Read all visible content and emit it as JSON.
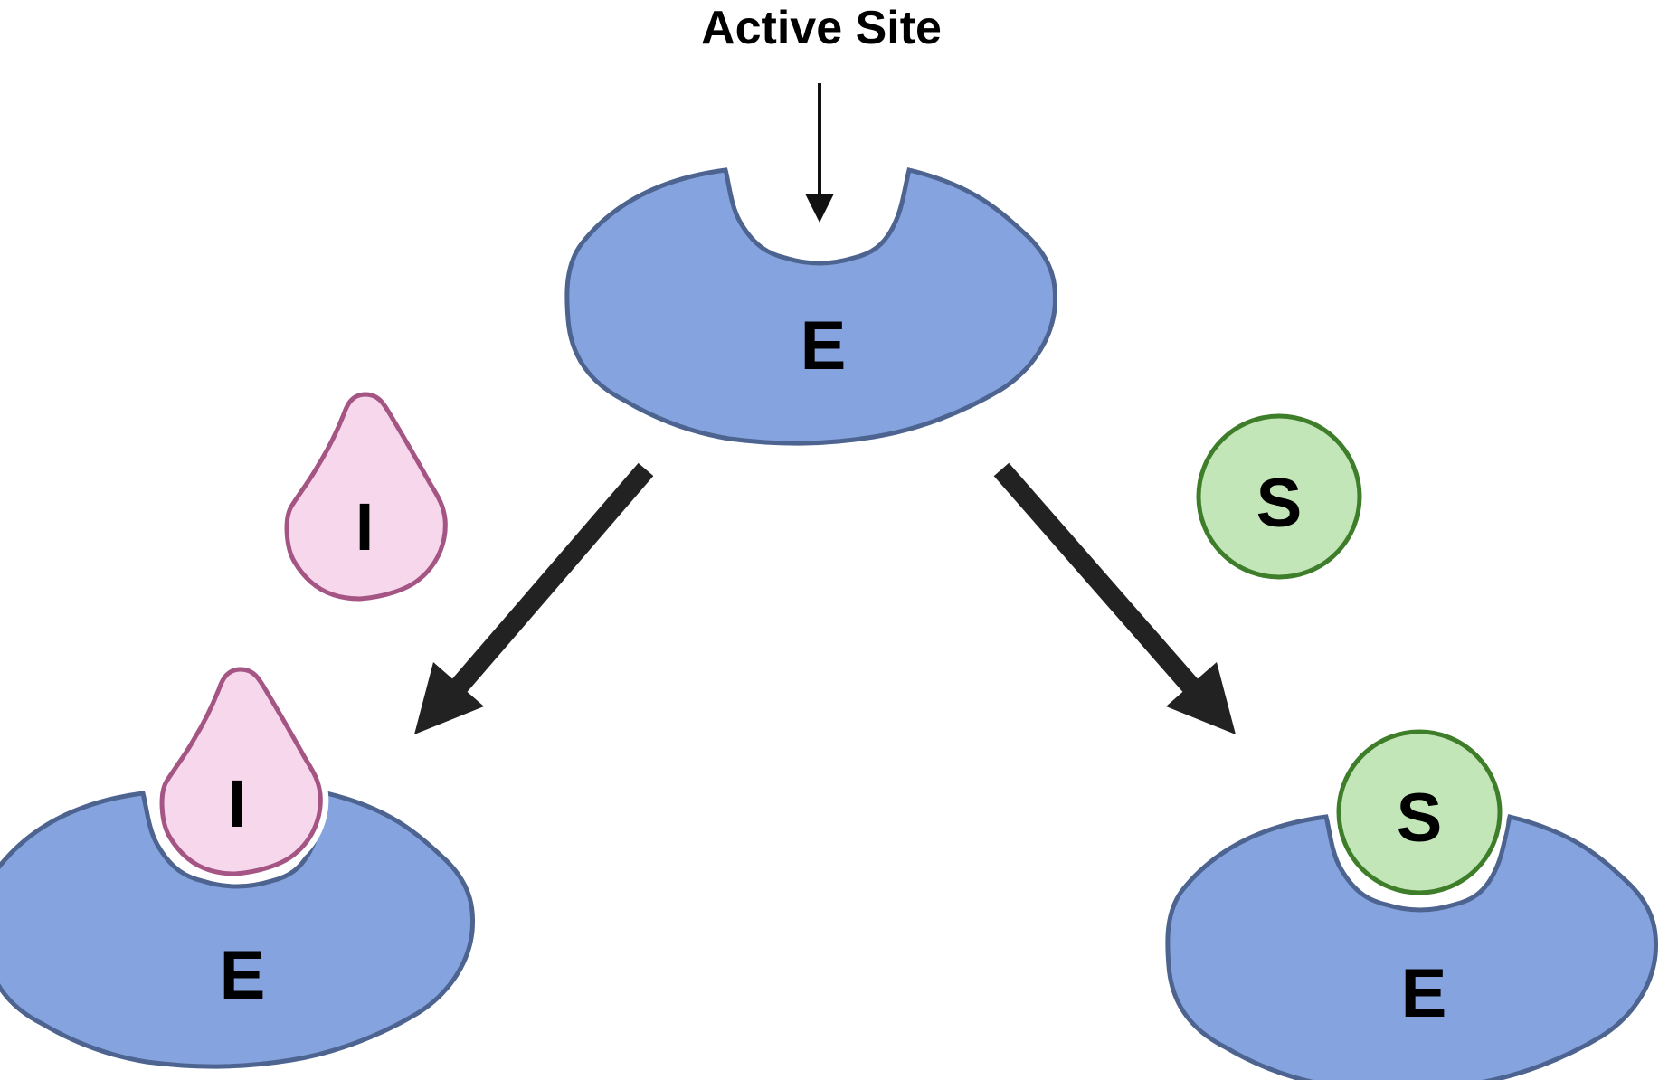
{
  "title": "Active Site",
  "labels": {
    "enzyme": "E",
    "inhibitor": "I",
    "substrate": "S"
  },
  "colors": {
    "enzyme_fill": "#85a3de",
    "enzyme_stroke": "#4d6490",
    "inhibitor_fill": "#f7d7ec",
    "inhibitor_stroke": "#a45583",
    "substrate_fill": "#c3e6b9",
    "substrate_stroke": "#3e7d29",
    "arrow": "#222222"
  }
}
